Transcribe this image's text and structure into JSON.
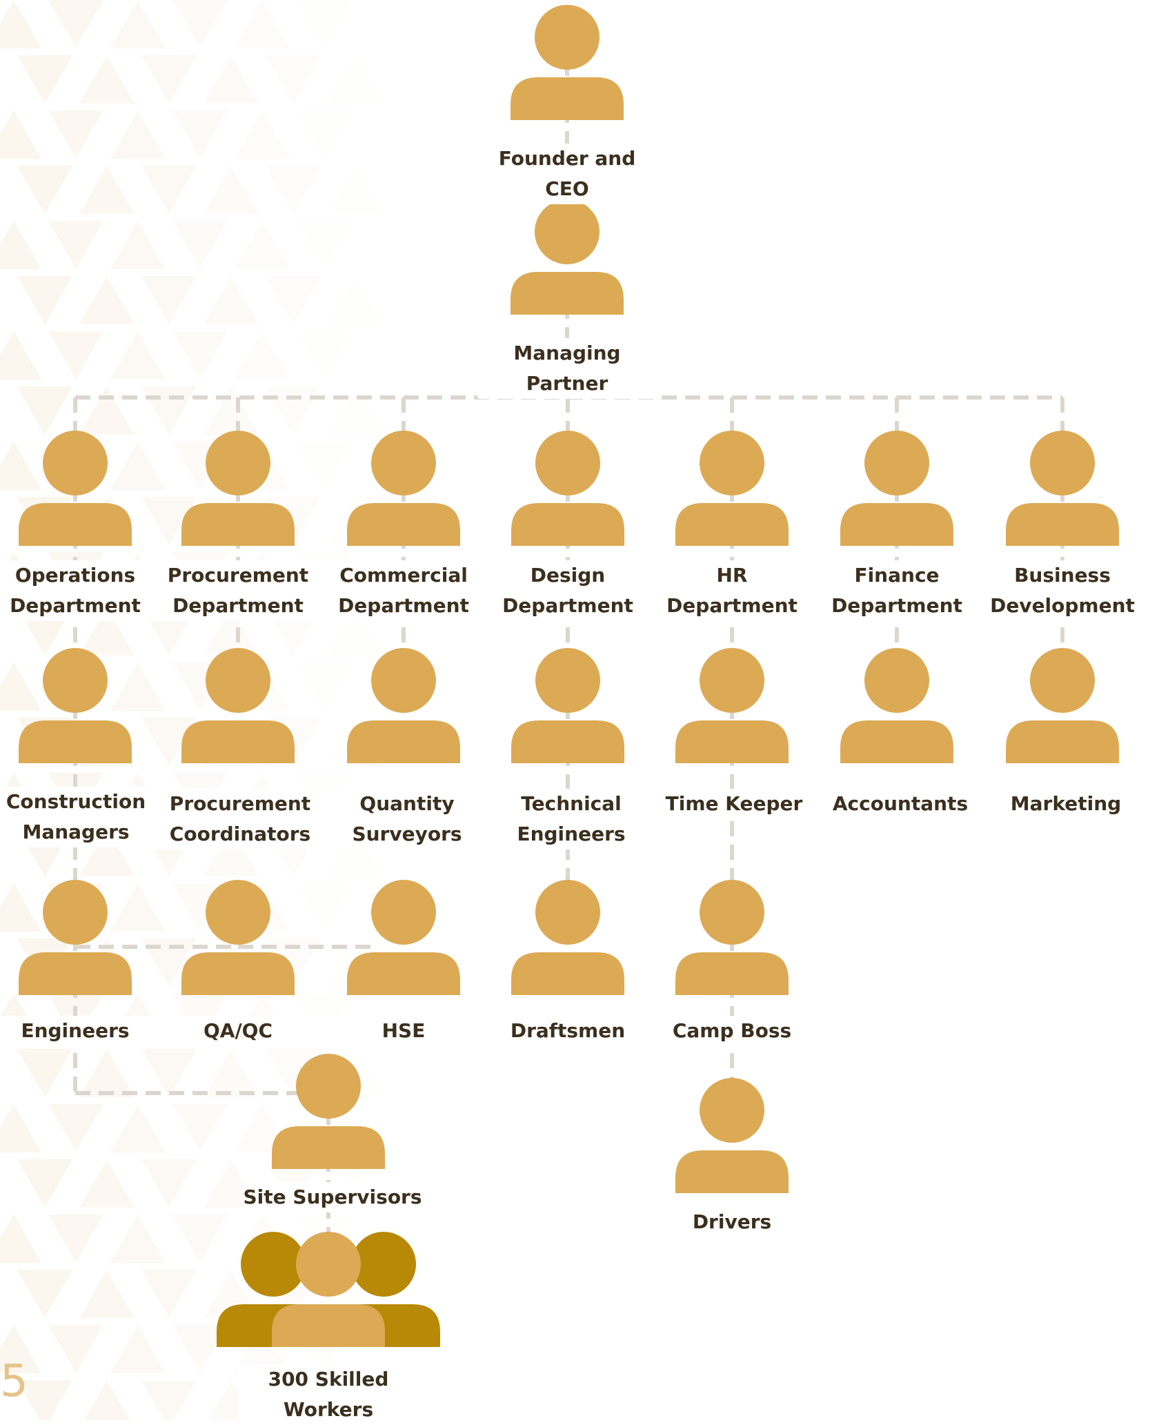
{
  "colors": {
    "person": "#dcaa55",
    "crowd_dark": "#b88907",
    "line": "#dcd7ce",
    "text": "#3b2f1e",
    "pattern": "#fbf6ee"
  },
  "icon": "person-icon",
  "crowd_icon": "group-icon",
  "page_number": "5",
  "nodes": {
    "ceo": "Founder and CEO",
    "mp": "Managing Partner",
    "ops": "Operations\nDepartment",
    "proc": "Procurement\nDepartment",
    "comm": "Commercial\nDepartment",
    "design": "Design\nDepartment",
    "hr": "HR\nDepartment",
    "fin": "Finance\nDepartment",
    "bizdev": "Business\nDevelopment",
    "cm": "Construction\nManagers",
    "pc": "Procurement\nCoordinators",
    "qs": "Quantity\nSurveyors",
    "te": "Technical\nEngineers",
    "tk": "Time Keeper",
    "acc": "Accountants",
    "mkt": "Marketing",
    "eng": "Engineers",
    "qaqc": "QA/QC",
    "hse": "HSE",
    "draft": "Draftsmen",
    "camp": "Camp Boss",
    "drivers": "Drivers",
    "ss": "Site Supervisors",
    "workers": "300 Skilled\nWorkers"
  },
  "edges": [
    [
      "ceo",
      "mp"
    ],
    [
      "mp",
      "ops"
    ],
    [
      "mp",
      "proc"
    ],
    [
      "mp",
      "comm"
    ],
    [
      "mp",
      "design"
    ],
    [
      "mp",
      "hr"
    ],
    [
      "mp",
      "fin"
    ],
    [
      "mp",
      "bizdev"
    ],
    [
      "ops",
      "cm"
    ],
    [
      "proc",
      "pc"
    ],
    [
      "comm",
      "qs"
    ],
    [
      "design",
      "te"
    ],
    [
      "hr",
      "tk"
    ],
    [
      "fin",
      "acc"
    ],
    [
      "bizdev",
      "mkt"
    ],
    [
      "cm",
      "eng"
    ],
    [
      "cm",
      "qaqc"
    ],
    [
      "cm",
      "hse"
    ],
    [
      "te",
      "draft"
    ],
    [
      "tk",
      "camp"
    ],
    [
      "camp",
      "drivers"
    ],
    [
      "eng",
      "ss"
    ],
    [
      "ss",
      "workers"
    ]
  ]
}
